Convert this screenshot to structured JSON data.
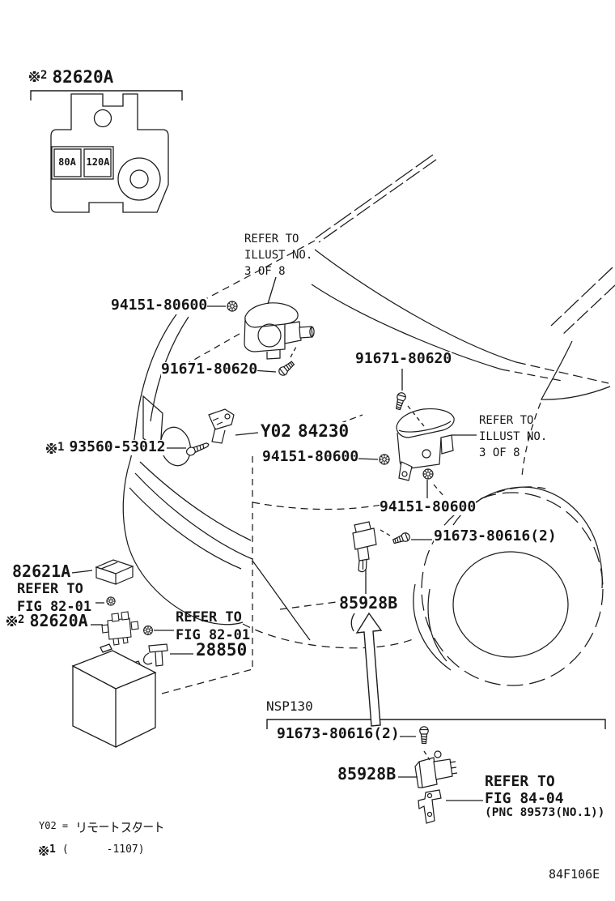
{
  "figure_code": "84F106E",
  "section_label": "NSP130",
  "fuse_ratings": {
    "left": "80A",
    "right": "120A"
  },
  "callouts": {
    "fusible_link": {
      "marker": "※2",
      "marker_digit": "2",
      "part_no": "82620A"
    },
    "nut_horn1": "94151-80600",
    "bolt_horn1": "91671-80620",
    "bolt_horn2": "91671-80620",
    "nut_horn2": "94151-80600",
    "nut_horn2_lower": "94151-80600",
    "horn_security": {
      "prefix": "Y02",
      "part_no": "84230"
    },
    "screw_horn_low": {
      "marker": "※1",
      "marker_digit": "1",
      "part_no": "93560-53012"
    },
    "bolt_sensor1": "91673-80616(2)",
    "sensor1": "85928B",
    "relay": "82621A",
    "fuse_block": {
      "marker": "※2",
      "marker_digit": "2",
      "part_no": "82620A"
    },
    "battery_clamp": "28850",
    "bolt_sensor2": "91673-80616(2)",
    "sensor2": "85928B"
  },
  "references": {
    "illust_3of8": {
      "line1": "REFER TO",
      "line2": "ILLUST NO.",
      "line3": "3 OF 8"
    },
    "fig_82_01": {
      "line1": "REFER TO",
      "line2": "FIG 82-01"
    },
    "fig_84_04": {
      "line1": "REFER TO",
      "line2": "FIG 84-04",
      "line3": "(PNC 89573(NO.1))"
    }
  },
  "footnotes": {
    "y02": {
      "prefix": "Y02 =",
      "kana": "リモートスタート"
    },
    "note1": {
      "marker": "※1",
      "marker_digit": "1",
      "text": "(      -1107)"
    }
  },
  "colors": {
    "line": "#1c1c1c",
    "background": "#ffffff"
  }
}
